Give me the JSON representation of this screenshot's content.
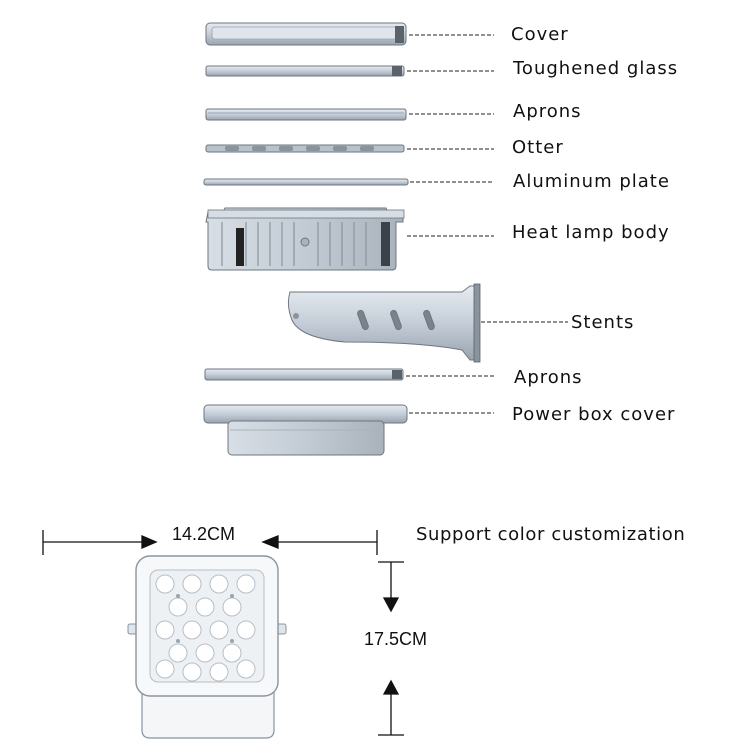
{
  "parts": [
    {
      "label": "Cover"
    },
    {
      "label": "Toughened glass"
    },
    {
      "label": "Aprons"
    },
    {
      "label": "Otter"
    },
    {
      "label": "Aluminum plate"
    },
    {
      "label": "Heat lamp body"
    },
    {
      "label": "Stents"
    },
    {
      "label": "Aprons"
    },
    {
      "label": "Power box cover"
    }
  ],
  "dimensions": {
    "width": "14.2CM",
    "height": "17.5CM"
  },
  "note": "Support color customization",
  "colors": {
    "metal": "#c9d2dc",
    "metal_dark": "#8a949e",
    "line": "#222222"
  }
}
